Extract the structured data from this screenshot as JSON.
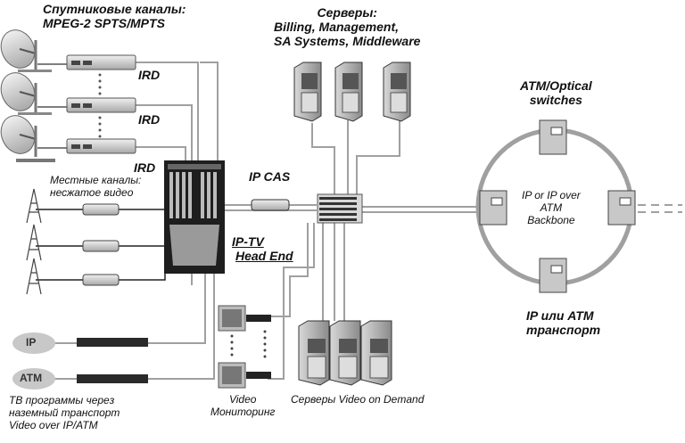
{
  "labels": {
    "satellite_title_line1": "Спутниковые каналы:",
    "satellite_title_line2": "MPEG-2 SPTS/MPTS",
    "ird_1": "IRD",
    "ird_2": "IRD",
    "ird_3": "IRD",
    "local_channels_line1": "Местные каналы:",
    "local_channels_line2": "несжатое видео",
    "servers_title_line1": "Серверы:",
    "servers_title_line2": "Billing, Management,",
    "servers_title_line3": "SA Systems, Middleware",
    "ip_cas": "IP CAS",
    "headend_line1": "IP-TV",
    "headend_line2": "Head End",
    "atm_switches_line1": "ATM/Optical",
    "atm_switches_line2": "switches",
    "backbone_line1": "IP or IP over",
    "backbone_line2": "ATM",
    "backbone_line3": "Backbone",
    "transport_line1": "IP или ATM",
    "transport_line2": "транспорт",
    "cloud_ip": "IP",
    "cloud_atm": "ATM",
    "terrestrial_line1": "ТВ программы через",
    "terrestrial_line2": "наземный транспорт",
    "terrestrial_line3": "Video over IP/ATM",
    "monitoring_line1": "Video",
    "monitoring_line2": "Мониторинг",
    "vod_servers": "Серверы Video on Demand"
  },
  "nodes": [
    {
      "id": "satellite-dish",
      "count": 3
    },
    {
      "id": "ird-receiver",
      "count": 3
    },
    {
      "id": "terrestrial-antenna",
      "count": 3
    },
    {
      "id": "local-encoder",
      "count": 3
    },
    {
      "id": "headend-chassis",
      "count": 1
    },
    {
      "id": "ip-cas-device",
      "count": 1
    },
    {
      "id": "core-switch",
      "count": 1
    },
    {
      "id": "management-server",
      "count": 3
    },
    {
      "id": "vod-server",
      "count": 3
    },
    {
      "id": "monitoring-display",
      "count": 2
    },
    {
      "id": "atm-optical-switch",
      "count": 4
    },
    {
      "id": "network-cloud",
      "count": 2
    },
    {
      "id": "transport-modem",
      "count": 2
    }
  ],
  "colors": {
    "line": "#9a9a9a",
    "dark_line": "#222222",
    "device": "#b5b5b5",
    "ring": "#a0a0a0"
  }
}
